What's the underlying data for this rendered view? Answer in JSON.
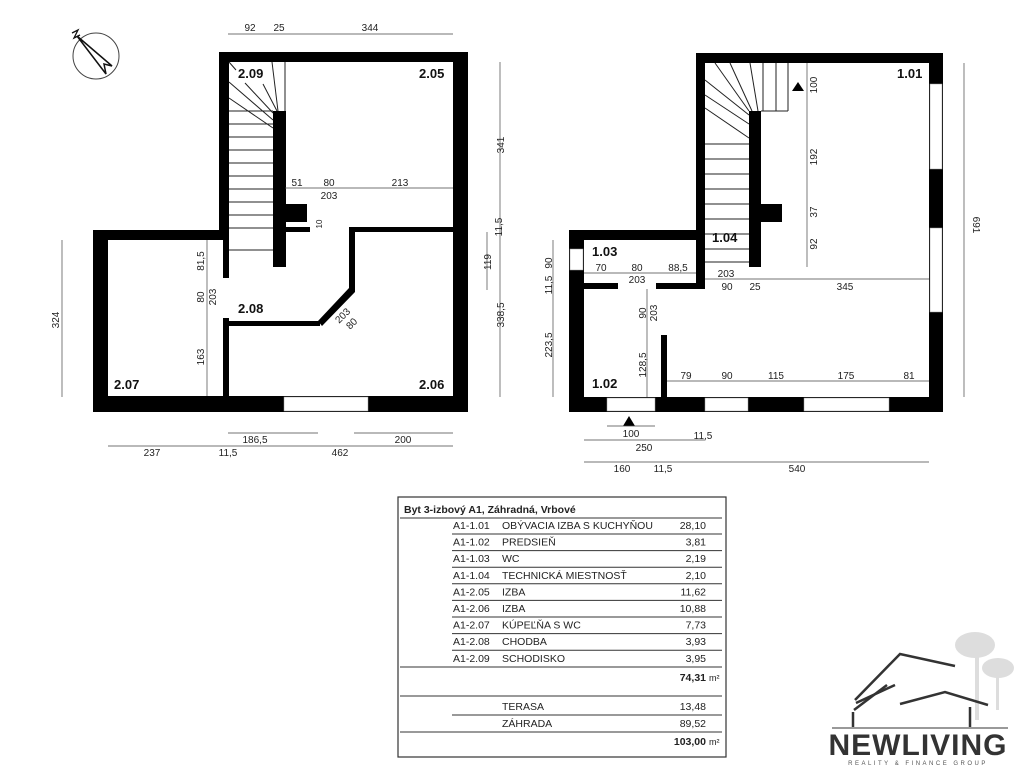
{
  "plan_upper": {
    "rooms": [
      "2.05",
      "2.06",
      "2.07",
      "2.08",
      "2.09"
    ],
    "dims": [
      "92",
      "25",
      "344",
      "341",
      "51",
      "80",
      "203",
      "213",
      "10",
      "11,5",
      "119",
      "338,5",
      "324",
      "81,5",
      "80",
      "203",
      "163",
      "203",
      "80",
      "186,5",
      "200",
      "237",
      "11,5",
      "462"
    ]
  },
  "plan_ground": {
    "rooms": [
      "1.01",
      "1.02",
      "1.03",
      "1.04"
    ],
    "dims": [
      "100",
      "192",
      "37",
      "92",
      "691",
      "70",
      "80",
      "88,5",
      "203",
      "203",
      "90",
      "25",
      "345",
      "90",
      "11,5",
      "223,5",
      "90",
      "203",
      "128,5",
      "79",
      "90",
      "115",
      "175",
      "81",
      "100",
      "11,5",
      "250",
      "160",
      "11,5",
      "540"
    ]
  },
  "compass": {
    "icon": "north-arrow-icon",
    "label": "N"
  },
  "table": {
    "title": "Byt 3-izbový A1, Záhradná, Vrbové",
    "rows": [
      {
        "code": "A1-1.01",
        "name": "OBÝVACIA IZBA S KUCHYŇOU",
        "area": "28,10"
      },
      {
        "code": "A1-1.02",
        "name": "PREDSIEŇ",
        "area": "3,81"
      },
      {
        "code": "A1-1.03",
        "name": "WC",
        "area": "2,19"
      },
      {
        "code": "A1-1.04",
        "name": "TECHNICKÁ MIESTNOSŤ",
        "area": "2,10"
      },
      {
        "code": "A1-2.05",
        "name": "IZBA",
        "area": "11,62"
      },
      {
        "code": "A1-2.06",
        "name": "IZBA",
        "area": "10,88"
      },
      {
        "code": "A1-2.07",
        "name": "KÚPEĽŇA S WC",
        "area": "7,73"
      },
      {
        "code": "A1-2.08",
        "name": "CHODBA",
        "area": "3,93"
      },
      {
        "code": "A1-2.09",
        "name": "SCHODISKO",
        "area": "3,95"
      }
    ],
    "subtotal": "74,31",
    "unit": "m²",
    "extras": [
      {
        "name": "TERASA",
        "area": "13,48"
      },
      {
        "name": "ZÁHRADA",
        "area": "89,52"
      }
    ],
    "total": "103,00"
  },
  "logo": {
    "name": "NEWLIVING",
    "tagline": "REALITY & FINANCE GROUP"
  }
}
